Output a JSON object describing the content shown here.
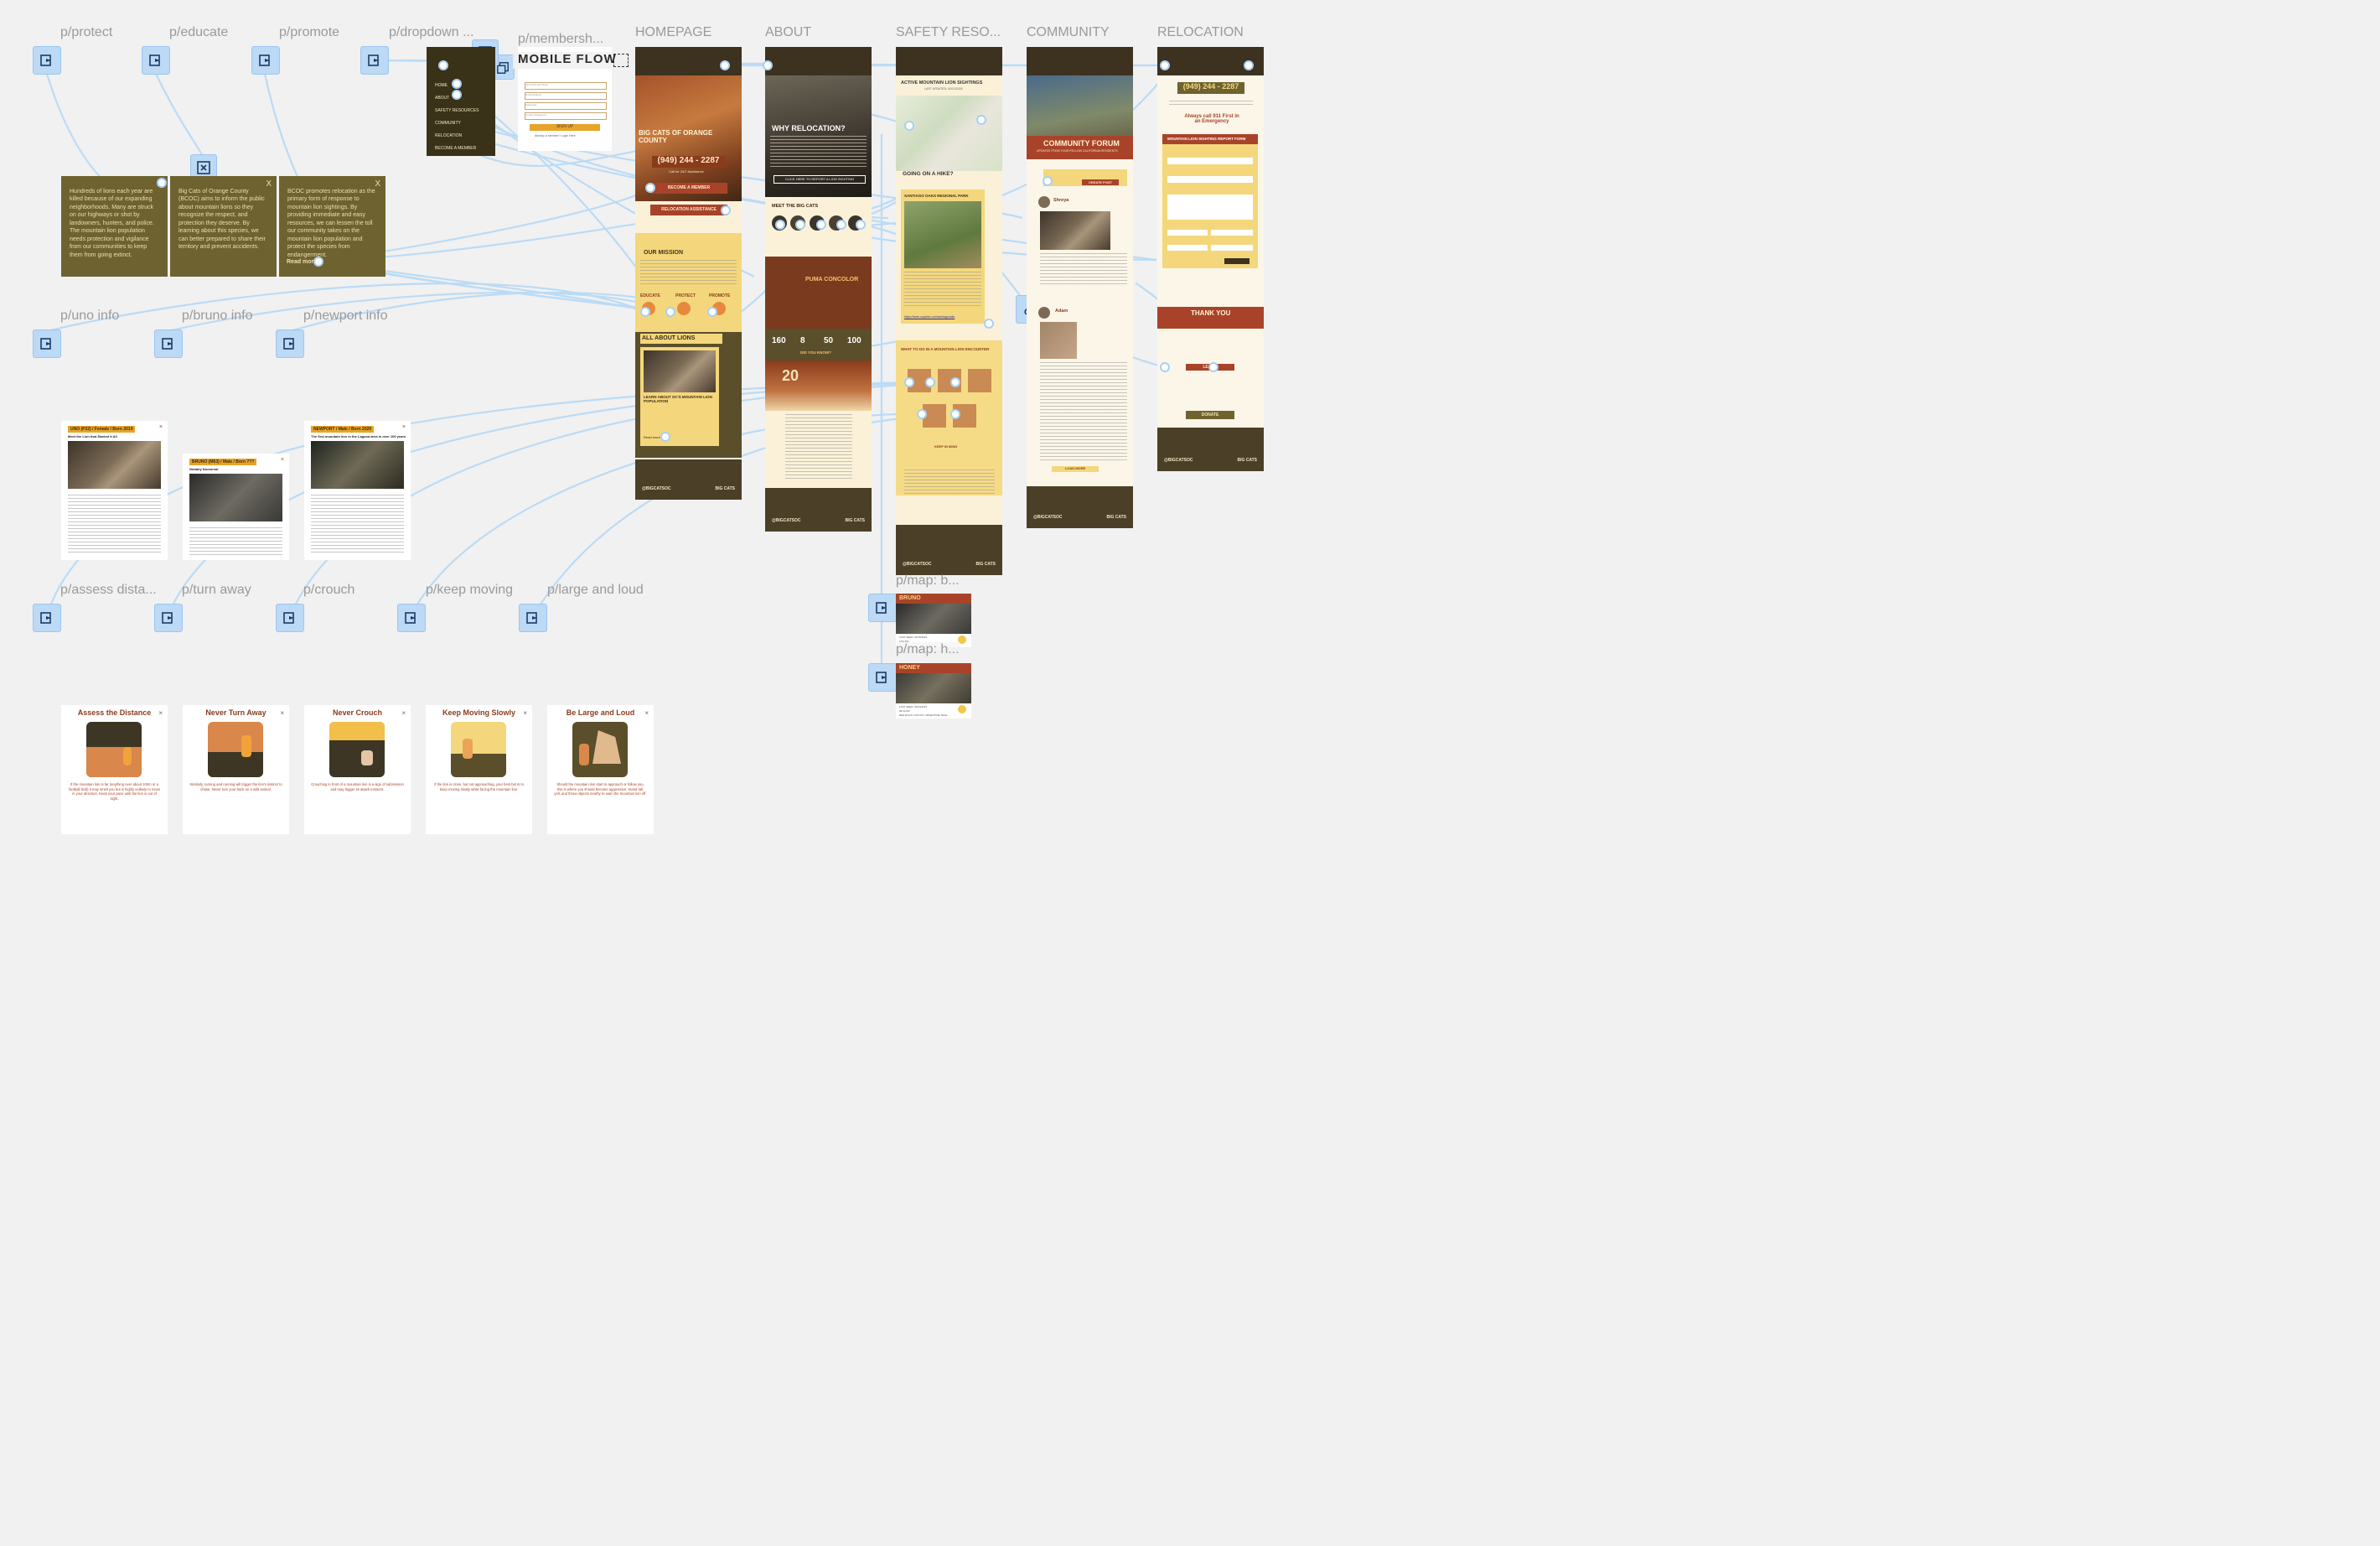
{
  "labels": {
    "protect": "p/protect",
    "educate": "p/educate",
    "promote": "p/promote",
    "dropdown": "p/dropdown ...",
    "membership": "p/membersh...",
    "homepage": "HOMEPAGE",
    "about": "ABOUT",
    "safety": "SAFETY RESO...",
    "community": "COMMUNITY",
    "relocation": "RELOCATION",
    "uno_info": "p/uno info",
    "bruno_info": "p/bruno info",
    "newport_info": "p/newport info",
    "assess": "p/assess dista...",
    "turn_away": "p/turn away",
    "crouch": "p/crouch",
    "keep_moving": "p/keep moving",
    "large_loud": "p/large and loud",
    "map_b": "p/map: b...",
    "map_h": "p/map: h..."
  },
  "mobile_flow": "MOBILE FLOW",
  "info_cards": {
    "protect": "Hundreds of lions each year are killed because of our expanding neighborhoods. Many are struck on our highways or shot by landowners, hunters, and police. The mountain lion population needs protection and vigilance from our communities to keep them from going extinct.",
    "educate": "Big Cats of Orange County (BCOC) aims to inform the public about mountain lions so they recognize the respect, and protection they deserve. By learning about this species, we can better prepared to share their territory and prevent accidents.",
    "promote": "BCOC promotes relocation as the primary form of response to mountain lion sightings. By providing immediate and easy resources, we can lessen the toll our community takes on the mountain lion population and protect the species from endangerment.",
    "read_more": "Read more",
    "close": "X"
  },
  "dropdown_menu": [
    "HOME",
    "ABOUT",
    "SAFETY RESOURCES",
    "COMMUNITY",
    "RELOCATION",
    "BECOME A MEMBER"
  ],
  "membership": {
    "fields": [
      "First and Last Name",
      "Email Address",
      "Password",
      "Confirm Password"
    ],
    "button": "SIGN UP",
    "footer": "Already a member? Login Here"
  },
  "homepage": {
    "hero": "BIG CATS OF ORANGE COUNTY",
    "phone": "(949) 244 - 2287",
    "call": "Call for 24/7 Assistance",
    "member_btn": "BECOME A MEMBER",
    "reloc_btn": "RELOCATION ASSISTANCE",
    "mission": "OUR MISSION",
    "pillars": [
      "EDUCATE",
      "PROTECT",
      "PROMOTE"
    ],
    "all_about": "ALL ABOUT LIONS",
    "learn": "LEARN ABOUT OC'S MOUNTAIN LION POPULATION",
    "read_more": "Read more",
    "social": "@BIGCATSOC",
    "brand": "BIG CATS"
  },
  "about": {
    "why": "WHY RELOCATION?",
    "report_btn": "CLICK HERE TO REPORT A LION SIGHTING",
    "meet": "MEET THE BIG CATS",
    "puma": "PUMA CONCOLOR",
    "stats": [
      "160",
      "8",
      "50",
      "100"
    ],
    "did_you_know": "DID YOU KNOW?",
    "twenty": "20",
    "social": "@BIGCATSOC",
    "brand": "BIG CATS"
  },
  "safety": {
    "sightings": "ACTIVE MOUNTAIN LION SIGHTINGS",
    "updated": "LAST UPDATED: 04/12/2024",
    "hike": "GOING ON A HIKE?",
    "park": "SANTIAGO OAKS REGIONAL PARK",
    "link": "https://www.ocparks.com/santiagooaks",
    "what_to_do": "WHAT TO DO IN A MOUNTAIN LION ENCOUNTER",
    "keep_in_mind": "KEEP IN MIND",
    "social": "@BIGCATSOC",
    "brand": "BIG CATS"
  },
  "community": {
    "forum": "COMMUNITY FORUM",
    "sub": "UPDATES FROM YOUR FELLOW CALIFORNIA RESIDENTS",
    "user1": "Shreya",
    "user2": "Adam",
    "create": "CREATE POST",
    "load_more": "LOAD MORE",
    "social": "@BIGCATSOC",
    "brand": "BIG CATS"
  },
  "relocation": {
    "phone": "(949) 244 - 2287",
    "emergency": "Always call 911 First in an Emergency",
    "form": "MOUNTAIN LION SIGHTING REPORT FORM",
    "thank_you": "THANK YOU",
    "learn": "LEARN",
    "donate": "DONATE",
    "social": "@BIGCATSOC",
    "brand": "BIG CATS"
  },
  "lion_cards": [
    {
      "tag": "UNO (P22) / Female / Born 2019",
      "title": "Meet the Lion that Started It All"
    },
    {
      "tag": "BRUNO (M63) / Male / Born ???",
      "title": "Notably Nocturnal"
    },
    {
      "tag": "NEWPORT / Male / Born 2020",
      "title": "The first mountain lion in the Laguna area in over 100 years"
    }
  ],
  "map_cards": [
    {
      "name": "BRUNO",
      "seen": "LAST SEEN: 04/15/2024",
      "time": "2:53 PM"
    },
    {
      "name": "HONEY",
      "seen": "LAST SEEN: 04/04/2024",
      "time": "08:34 AM",
      "place": "RED ROCK CANYON, ARGENTINE TRAIL"
    }
  ],
  "tips": [
    {
      "title": "Assess the Distance",
      "body": "If the mountain lion is far (anything over about 100m or a football field) it may smell you but is highly unlikely to move in your direction. Keep your pace until the lion is out of sight."
    },
    {
      "title": "Never Turn Away",
      "body": "Similarly, turning and running will trigger the lion's instinct to chase. Never turn your back on a wild animal."
    },
    {
      "title": "Never Crouch",
      "body": "Crouching in front of a mountain lion is a sign of submission and may trigger its attack instincts."
    },
    {
      "title": "Keep Moving Slowly",
      "body": "If the lion is close, but not approaching, your best bet is to keep moving slowly while facing the mountain lion."
    },
    {
      "title": "Be Large and Loud",
      "body": "Should the mountain lion start to approach or follow you, this is where you should become aggressive: Stand tall, yell, and throw objects nearby to warn the mountain lion off."
    }
  ],
  "colors": {
    "canvas": "#f1f1f1",
    "wire": "#a8d0f4",
    "olive": "#6e6330",
    "rust": "#a8432a",
    "yellow": "#f4d77c"
  }
}
